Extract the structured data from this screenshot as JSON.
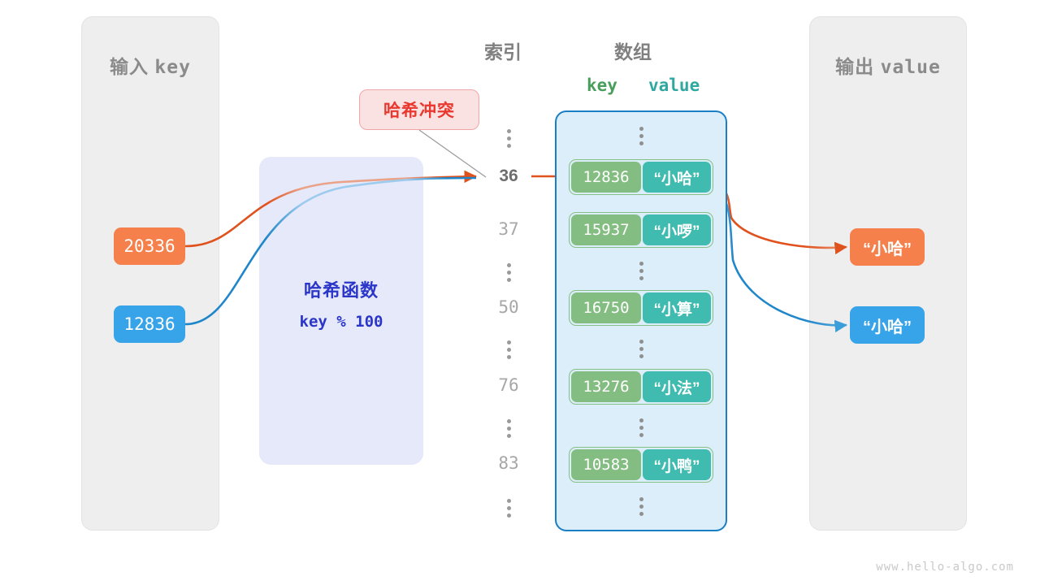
{
  "panels": {
    "input": {
      "title_cn": "输入",
      "title_en": "key"
    },
    "output": {
      "title_cn": "输出",
      "title_en": "value"
    }
  },
  "headers": {
    "index": "索引",
    "array": "数组",
    "key": "key",
    "value": "value"
  },
  "hash_function": {
    "title": "哈希函数",
    "expression": "key % 100"
  },
  "collision_badge": {
    "label": "哈希冲突"
  },
  "inputs": [
    {
      "value": "20336",
      "color": "#f5804b"
    },
    {
      "value": "12836",
      "color": "#37a3e8"
    }
  ],
  "outputs": [
    {
      "value": "“小哈”",
      "color": "#f5804b"
    },
    {
      "value": "“小哈”",
      "color": "#37a3e8"
    }
  ],
  "index_column": [
    {
      "type": "dots"
    },
    {
      "type": "index",
      "label": "36",
      "active": true
    },
    {
      "type": "index",
      "label": "37",
      "active": false
    },
    {
      "type": "dots"
    },
    {
      "type": "index",
      "label": "50",
      "active": false
    },
    {
      "type": "dots"
    },
    {
      "type": "index",
      "label": "76",
      "active": false
    },
    {
      "type": "dots"
    },
    {
      "type": "index",
      "label": "83",
      "active": false
    },
    {
      "type": "dots"
    }
  ],
  "array_rows": [
    {
      "key": "12836",
      "value": "“小哈”"
    },
    {
      "key": "15937",
      "value": "“小啰”"
    },
    {
      "key": "16750",
      "value": "“小算”"
    },
    {
      "key": "13276",
      "value": "“小法”"
    },
    {
      "key": "10583",
      "value": "“小鸭”"
    }
  ],
  "colors": {
    "orange": "#f5804b",
    "orange_line": "#e0521d",
    "blue": "#37a3e8",
    "blue_line": "#1a7fc4",
    "key_cell": "#84bd81",
    "value_cell": "#3fbbb0",
    "array_bg": "#ddeefb",
    "array_border": "#1a7fc4",
    "panel_bg": "#eeeeee",
    "hash_bg": "#e5e9fa",
    "hash_text": "#2b36c8",
    "collision_bg": "#fbe2e2",
    "collision_text": "#e8382f"
  },
  "watermark": "www.hello-algo.com"
}
